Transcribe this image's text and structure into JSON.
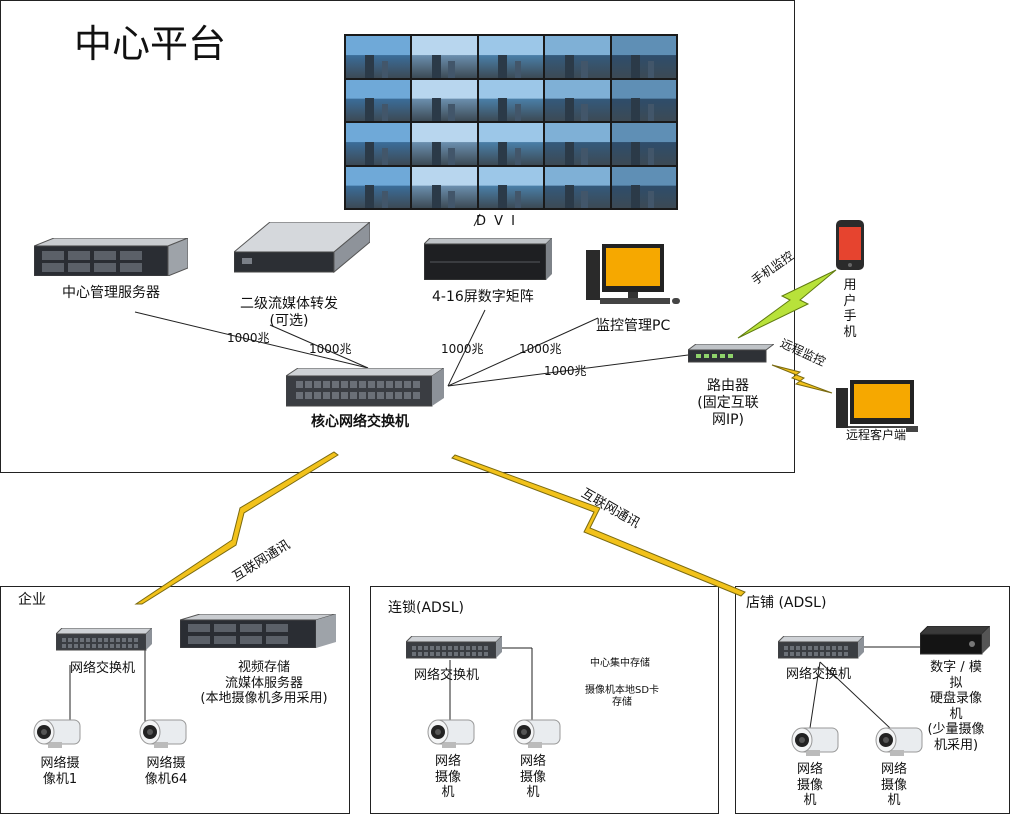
{
  "center": {
    "title": "中心平台",
    "dvi": "D V I",
    "server_label": "中心管理服务器",
    "stream_label_1": "二级流媒体转发",
    "stream_label_2": "(可选)",
    "matrix_label": "4-16屏数字矩阵",
    "pc_label": "监控管理PC",
    "core_switch_label": "核心网络交换机",
    "router_label": [
      "路由器",
      "(固定互联",
      "网IP)"
    ],
    "phone_label": [
      "用",
      "户",
      "手",
      "机"
    ],
    "remote_client_label": "远程客户端",
    "mobile_monitor": "手机监控",
    "remote_monitor": "远程监控",
    "links": [
      "1000兆",
      "1000兆",
      "1000兆",
      "1000兆",
      "1000兆"
    ]
  },
  "links": {
    "internet_left": "互联网通讯",
    "internet_right": "互联网通讯"
  },
  "enterprise": {
    "title": "企业",
    "switch_label": "网络交换机",
    "storage_label": [
      "视频存储",
      "流媒体服务器",
      "(本地摄像机多用采用)"
    ],
    "cam1_label": [
      "网络摄",
      "像机1"
    ],
    "cam64_label": [
      "网络摄",
      "像机64"
    ]
  },
  "chain": {
    "title": "连锁(ADSL)",
    "switch_label": "网络交换机",
    "note1": "中心集中存储",
    "note2": [
      "摄像机本地SD卡",
      "存储"
    ],
    "cam_a_label": [
      "网络",
      "摄像",
      "机"
    ],
    "cam_b_label": [
      "网络",
      "摄像",
      "机"
    ]
  },
  "store": {
    "title": "店铺 (ADSL)",
    "switch_label": "网络交换机",
    "dvr_label": [
      "数字 / 模",
      "拟",
      "硬盘录像",
      "机",
      "(少量摄像",
      "机采用)"
    ],
    "cam_a_label": [
      "网络",
      "摄像",
      "机"
    ],
    "cam_b_label": [
      "网络",
      "摄像",
      "机"
    ]
  },
  "colors": {
    "bolt": "#f2c21b",
    "bolt_edge": "#7a6a10",
    "bolt_green": "#b8e23a",
    "screen": "#f6a800"
  }
}
